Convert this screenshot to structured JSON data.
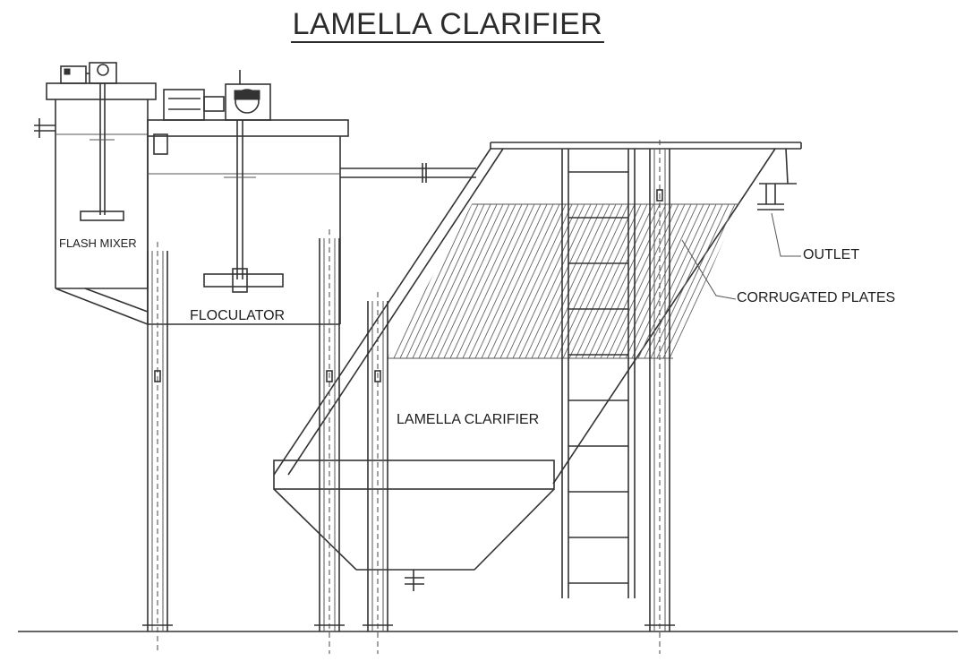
{
  "diagram": {
    "title": "LAMELLA CLARIFIER",
    "labels": {
      "flash_mixer": "FLASH MIXER",
      "floculator": "FLOCULATOR",
      "lamella_clarifier": "LAMELLA CLARIFIER",
      "outlet": "OUTLET",
      "corrugated_plates": "CORRUGATED PLATES"
    }
  }
}
